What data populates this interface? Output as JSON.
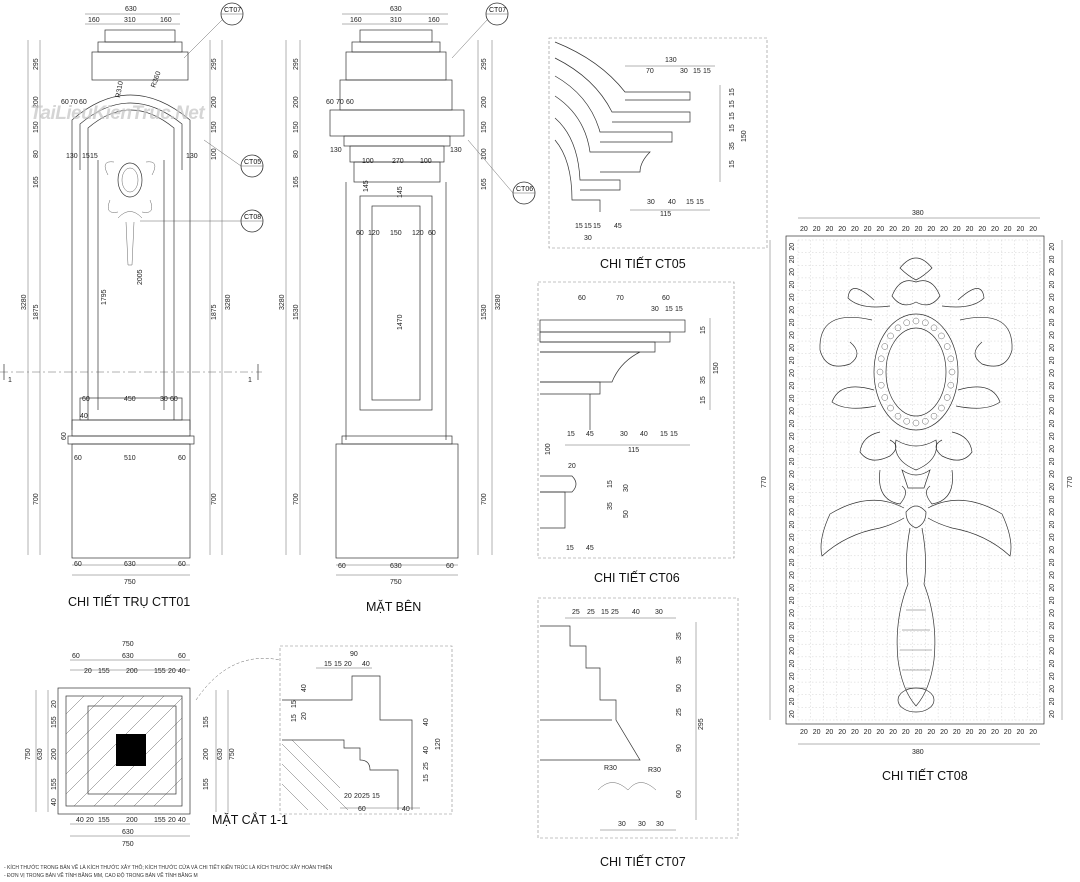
{
  "drawing_titles": {
    "front": "CHI TIẾT TRỤ CTT01",
    "side": "MẶT BÊN",
    "section": "MẶT CẮT 1-1",
    "ct05": "CHI TIẾT CT05",
    "ct06": "CHI TIẾT CT06",
    "ct07": "CHI TIẾT CT07",
    "ct08": "CHI TIẾT CT08"
  },
  "tags": {
    "ct05": "CT05",
    "ct06": "CT06",
    "ct07": "CT07",
    "ct08": "CT08",
    "section_mark": "1"
  },
  "watermark": "TaiLieuKienTruc.Net",
  "notes": [
    "- KÍCH THƯỚC TRONG BẢN VẼ LÀ KÍCH THƯỚC XÂY THÔ; KÍCH THƯỚC CỬA VÀ CHI TIẾT KIẾN TRÚC LÀ KÍCH THƯỚC XÂY HOÀN THIỆN",
    "- ĐƠN VỊ TRONG BẢN VẼ TÍNH BẰNG MM, CAO ĐỘ TRONG BẢN VẼ TÍNH BẰNG M"
  ],
  "dims": {
    "front_top": [
      "630",
      "160",
      "310",
      "160"
    ],
    "front_left": [
      "295",
      "200",
      "150",
      "80",
      "165",
      "1875",
      "3280",
      "700"
    ],
    "front_inner": [
      "1795",
      "2005"
    ],
    "front_right": [
      "295",
      "200",
      "150",
      "100",
      "1875",
      "3280",
      "700"
    ],
    "front_arch": [
      "60",
      "70",
      "60",
      "130",
      "15",
      "15",
      "130",
      "R360",
      "R310"
    ],
    "front_mid": [
      "450",
      "60",
      "30",
      "60",
      "40",
      "60"
    ],
    "front_base": [
      "510",
      "630",
      "750",
      "60",
      "60",
      "60",
      "60"
    ],
    "side_top": [
      "630",
      "160",
      "310",
      "160"
    ],
    "side_left": [
      "295",
      "200",
      "150",
      "80",
      "165",
      "1530",
      "3280",
      "700"
    ],
    "side_right": [
      "295",
      "200",
      "150",
      "100",
      "165",
      "1530",
      "3280",
      "700"
    ],
    "side_inner": [
      "100",
      "270",
      "100",
      "145",
      "145",
      "60",
      "120",
      "150",
      "120",
      "60",
      "1470"
    ],
    "side_cornice": [
      "60",
      "70",
      "60",
      "130",
      "130"
    ],
    "side_base": [
      "630",
      "750",
      "60",
      "60"
    ],
    "section_top": [
      "750",
      "630",
      "60",
      "20",
      "155",
      "200",
      "155",
      "20",
      "60",
      "40"
    ],
    "section_side": [
      "750",
      "630",
      "200",
      "155",
      "155",
      "20",
      "40"
    ],
    "section_bottom": [
      "40",
      "20",
      "155",
      "200",
      "155",
      "20",
      "40",
      "630",
      "750"
    ],
    "section_detail": [
      "90",
      "15",
      "15",
      "20",
      "40",
      "40",
      "20",
      "15",
      "15",
      "40",
      "120",
      "40",
      "15",
      "25",
      "20",
      "20",
      "25",
      "15",
      "60",
      "40"
    ],
    "ct05": [
      "130",
      "70",
      "30",
      "15",
      "15",
      "150",
      "15",
      "15",
      "15",
      "15",
      "35",
      "15",
      "30",
      "40",
      "15",
      "15",
      "115",
      "15",
      "15",
      "15",
      "45",
      "30"
    ],
    "ct06": [
      "60",
      "70",
      "60",
      "30",
      "15",
      "15",
      "150",
      "15",
      "35",
      "15",
      "45",
      "15",
      "30",
      "40",
      "15",
      "15",
      "115",
      "100",
      "20",
      "30",
      "15",
      "35",
      "50",
      "15",
      "45"
    ],
    "ct07": [
      "25",
      "25",
      "15",
      "25",
      "40",
      "30",
      "35",
      "35",
      "50",
      "25",
      "295",
      "90",
      "60",
      "R30",
      "R30",
      "30",
      "30",
      "30"
    ],
    "ct08": [
      "380",
      "770",
      "20"
    ]
  }
}
